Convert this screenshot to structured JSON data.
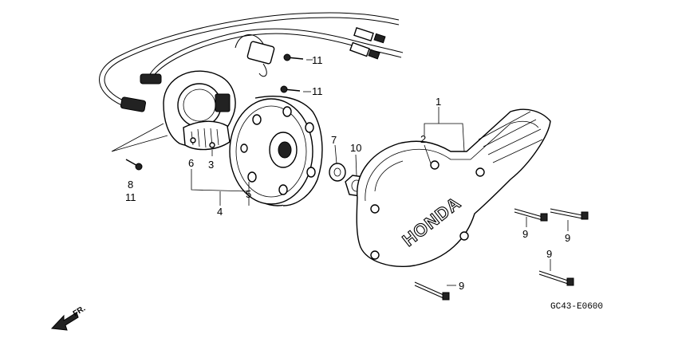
{
  "diagram": {
    "callouts": {
      "c1": "1",
      "c2": "2",
      "c3": "3",
      "c4": "4",
      "c5": "5",
      "c6": "6",
      "c7": "7",
      "c8": "8",
      "c9a": "9",
      "c9b": "9",
      "c9c": "9",
      "c9d": "9",
      "c10": "10",
      "c11a": "11",
      "c11b": "11",
      "c11c": "11"
    },
    "cover_brand": "HONDA",
    "direction_label": "FR.",
    "diagram_code": "GC43-E0600"
  }
}
